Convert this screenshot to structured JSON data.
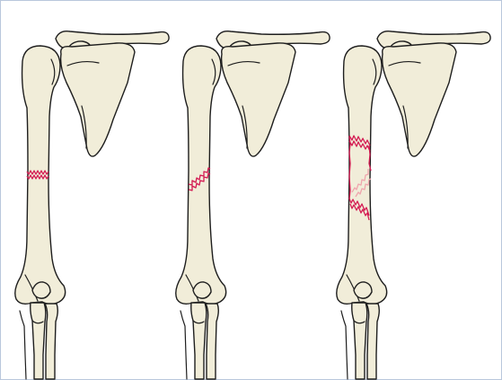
{
  "figure": {
    "panel_count": 3,
    "panels": [
      {
        "fracture_pattern": "transverse"
      },
      {
        "fracture_pattern": "oblique"
      },
      {
        "fracture_pattern": "spiral"
      }
    ]
  },
  "colors": {
    "bone_fill": "#f1edd9",
    "outline": "#1e1e1e",
    "fracture_line": "#d41a52",
    "fracture_line_back": "#efa5ad",
    "frame_border": "#b9c7dc"
  },
  "icons": [
    "shoulder-blade",
    "humerus",
    "elbow-joint",
    "forearm-bones"
  ]
}
